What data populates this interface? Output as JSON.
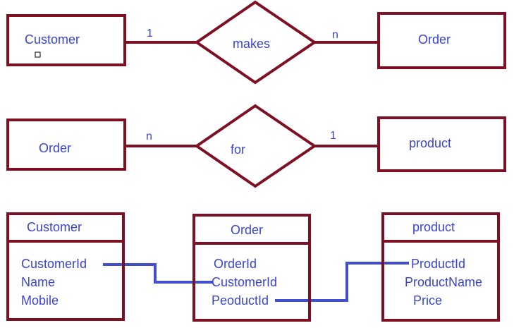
{
  "colors": {
    "outline": "#7f0f22",
    "text": "#3a44cc",
    "link": "#3f4fcf",
    "background": "#ffffff"
  },
  "er_diagram_1": {
    "entity_left": "Customer",
    "relationship": "makes",
    "entity_right": "Order",
    "cardinality_left": "1",
    "cardinality_right": "n"
  },
  "er_diagram_2": {
    "entity_left": "Order",
    "relationship": "for",
    "entity_right": "product",
    "cardinality_left": "n",
    "cardinality_right": "1"
  },
  "tables": {
    "customer": {
      "title": "Customer",
      "fields": [
        "CustomerId",
        "Name",
        "Mobile"
      ]
    },
    "order": {
      "title": "Order",
      "fields": [
        "OrderId",
        "CustomerId",
        "PeoductId"
      ]
    },
    "product": {
      "title": "product",
      "fields": [
        "ProductId",
        "ProductName",
        "Price"
      ]
    }
  }
}
